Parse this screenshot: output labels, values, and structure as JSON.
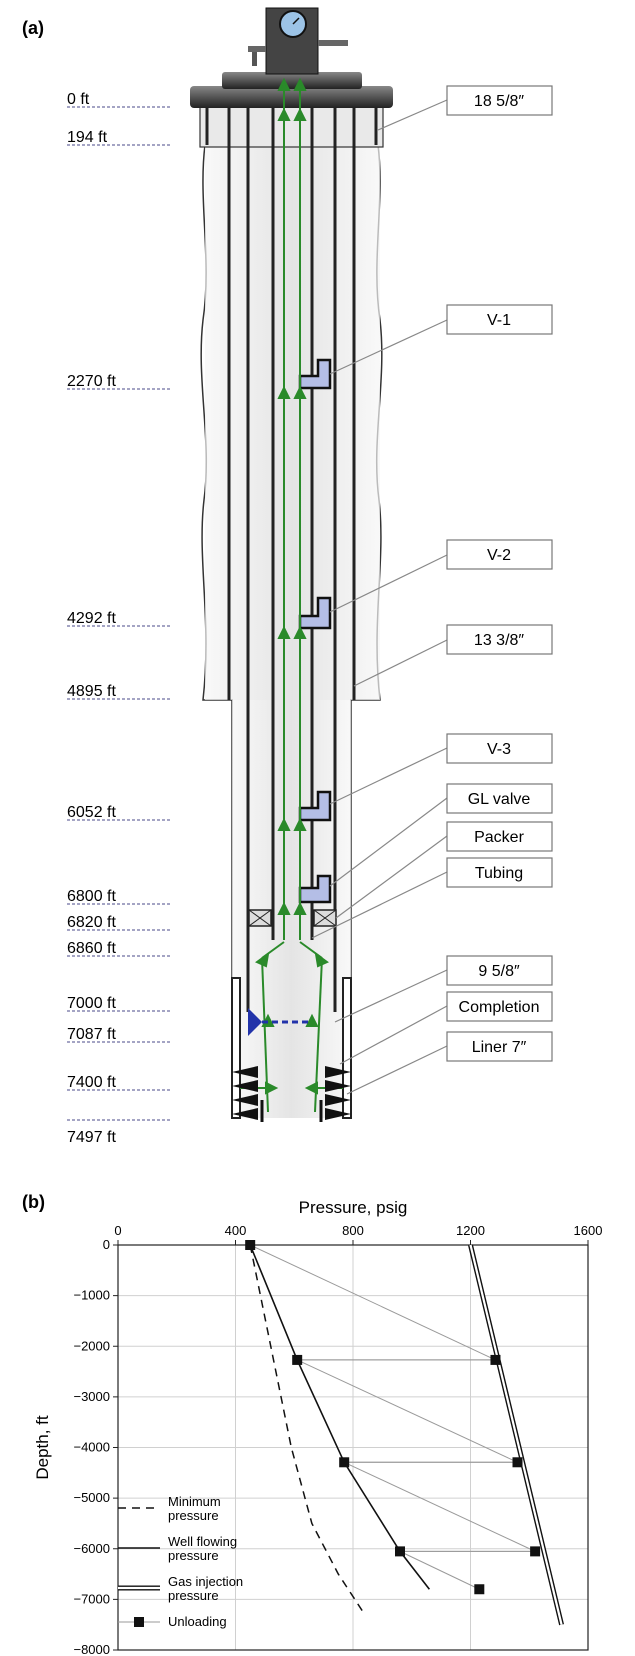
{
  "panel_a": {
    "label": "(a)",
    "depths": [
      "0 ft",
      "194 ft",
      "2270 ft",
      "4292 ft",
      "4895 ft",
      "6052 ft",
      "6800 ft",
      "6820 ft",
      "6860 ft",
      "7000 ft",
      "7087 ft",
      "7400 ft",
      "7497 ft"
    ],
    "callouts": [
      "18 5/8″",
      "V-1",
      "V-2",
      "13 3/8″",
      "V-3",
      "GL valve",
      "Packer",
      "Tubing",
      "9 5/8″",
      "Completion",
      "Liner 7″"
    ]
  },
  "panel_b": {
    "label": "(b)"
  },
  "chart_data": {
    "type": "line",
    "xlabel": "Pressure, psig",
    "ylabel": "Depth, ft",
    "xlim": [
      0,
      1600
    ],
    "ylim": [
      -8000,
      0
    ],
    "xticks": [
      "0",
      "400",
      "800",
      "1200",
      "1600"
    ],
    "yticks": [
      "0",
      "−1000",
      "−2000",
      "−3000",
      "−4000",
      "−5000",
      "−6000",
      "−7000",
      "−8000"
    ],
    "grid": true,
    "legend_position": "bottom-left",
    "series": [
      {
        "name": "Minimum pressure",
        "style": "dashed",
        "x": [
          450,
          520,
          590,
          660,
          750,
          840
        ],
        "y": [
          0,
          -2000,
          -4000,
          -5500,
          -6500,
          -7300
        ]
      },
      {
        "name": "Well flowing pressure",
        "style": "solid",
        "x": [
          450,
          610,
          770,
          960,
          1060
        ],
        "y": [
          0,
          -2270,
          -4292,
          -6052,
          -6800
        ]
      },
      {
        "name": "Gas injection pressure",
        "style": "double",
        "x": [
          1200,
          1510
        ],
        "y": [
          0,
          -7500
        ]
      },
      {
        "name": "Unloading",
        "style": "markers",
        "x": [
          450,
          1285,
          610,
          1360,
          770,
          1420,
          960,
          1230
        ],
        "y": [
          0,
          -2270,
          -2270,
          -4292,
          -4292,
          -6052,
          -6052,
          -6800
        ]
      }
    ]
  }
}
